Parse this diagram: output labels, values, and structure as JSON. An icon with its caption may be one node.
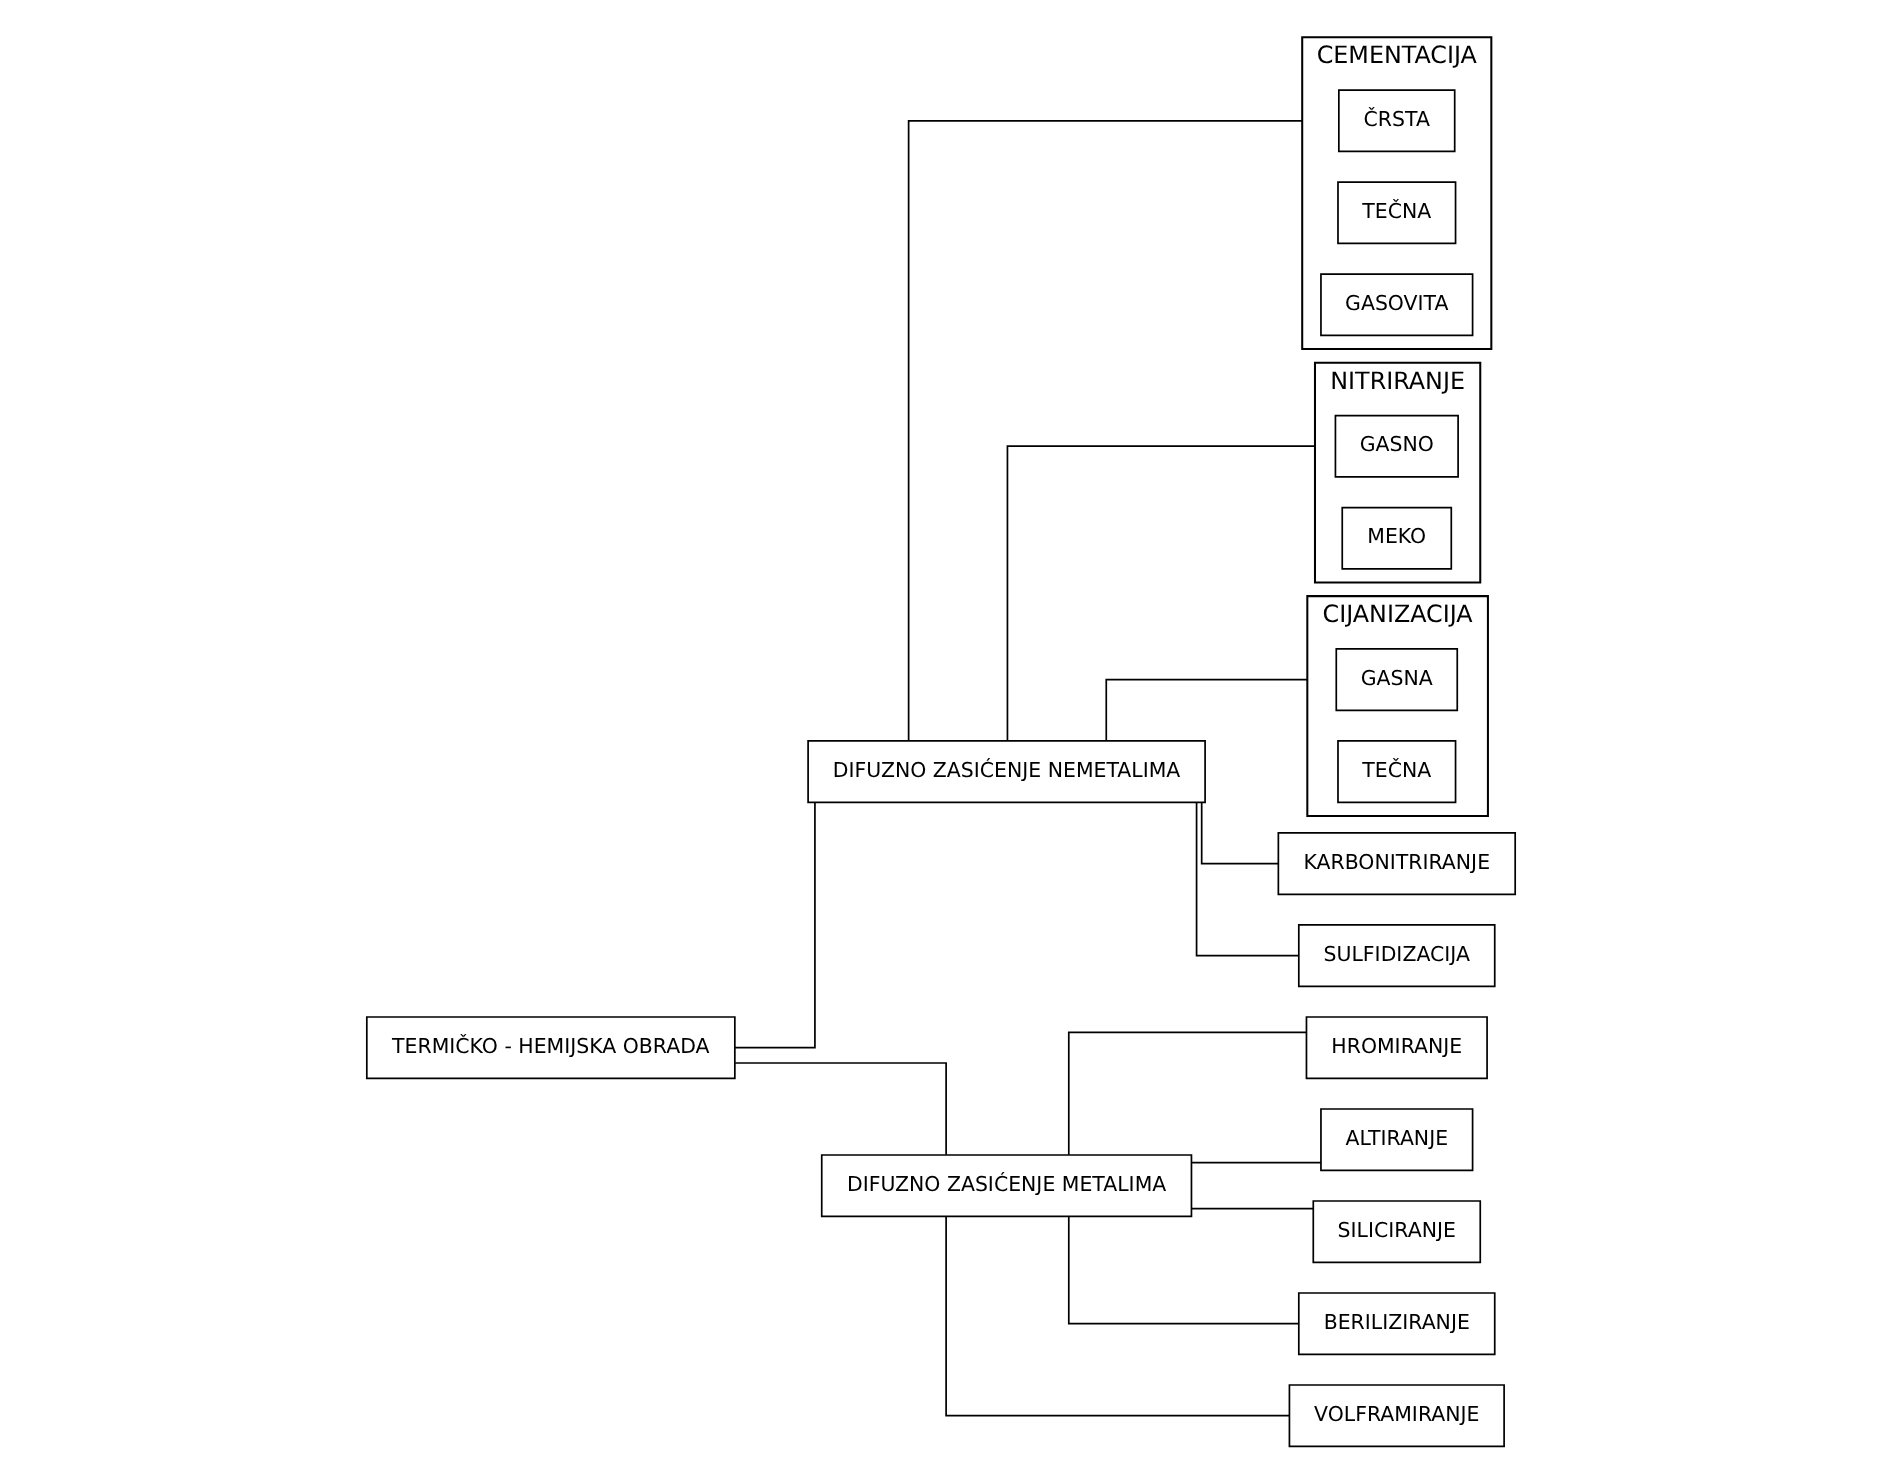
{
  "diagram": {
    "nodes": [
      {
        "text": [
          "TERMIČKO - HEMIJSKA OBRADA"
        ]
      },
      {
        "text": [
          "DIFUZNO ZASIĆENJE NEMETALIMA"
        ]
      },
      {
        "text": [
          "DIFUZNO ZASIĆENJE METALIMA"
        ]
      },
      {
        "text": [
          "CEMENTACIJA"
        ]
      },
      {
        "text": [
          "ČRSTA"
        ],
        "in": 3
      },
      {
        "text": [
          "TEČNA"
        ],
        "in": 3
      },
      {
        "text": [
          "GASOVITA"
        ],
        "in": 3
      },
      {
        "text": [
          "NITRIRANJE"
        ]
      },
      {
        "text": [
          "GASNO"
        ],
        "in": 7
      },
      {
        "text": [
          "MEKO"
        ],
        "in": 7
      },
      {
        "text": [
          "CIJANIZACIJA"
        ]
      },
      {
        "text": [
          "GASNA"
        ],
        "in": 10
      },
      {
        "text": [
          "TEČNA"
        ],
        "in": 10
      },
      {
        "text": [
          "KARBONITRIRANJE"
        ]
      },
      {
        "text": [
          "SULFIDIZACIJA"
        ]
      },
      {
        "text": [
          "HROMIRANJE"
        ]
      },
      {
        "text": [
          "ALTIRANJE"
        ]
      },
      {
        "text": [
          "SILICIRANJE"
        ]
      },
      {
        "text": [
          "BERILIZIRANJE"
        ]
      },
      {
        "text": [
          "VOLFRAMIRANJE"
        ]
      }
    ],
    "edges": [
      {
        "from": 0,
        "to": 1,
        "arrow": "none"
      },
      {
        "from": 0,
        "to": 2,
        "arrow": "none"
      },
      {
        "from": 1,
        "to": 3,
        "arrow": "none"
      },
      {
        "from": 1,
        "to": 7,
        "arrow": "none"
      },
      {
        "from": 1,
        "to": 10,
        "arrow": "none"
      },
      {
        "from": 1,
        "to": 13,
        "arrow": "none"
      },
      {
        "from": 1,
        "to": 14,
        "arrow": "none"
      },
      {
        "from": 2,
        "to": 15,
        "arrow": "none"
      },
      {
        "from": 2,
        "to": 16,
        "arrow": "none"
      },
      {
        "from": 2,
        "to": 17,
        "arrow": "none"
      },
      {
        "from": 2,
        "to": 18,
        "arrow": "none"
      },
      {
        "from": 2,
        "to": 19,
        "arrow": "none"
      }
    ]
  }
}
